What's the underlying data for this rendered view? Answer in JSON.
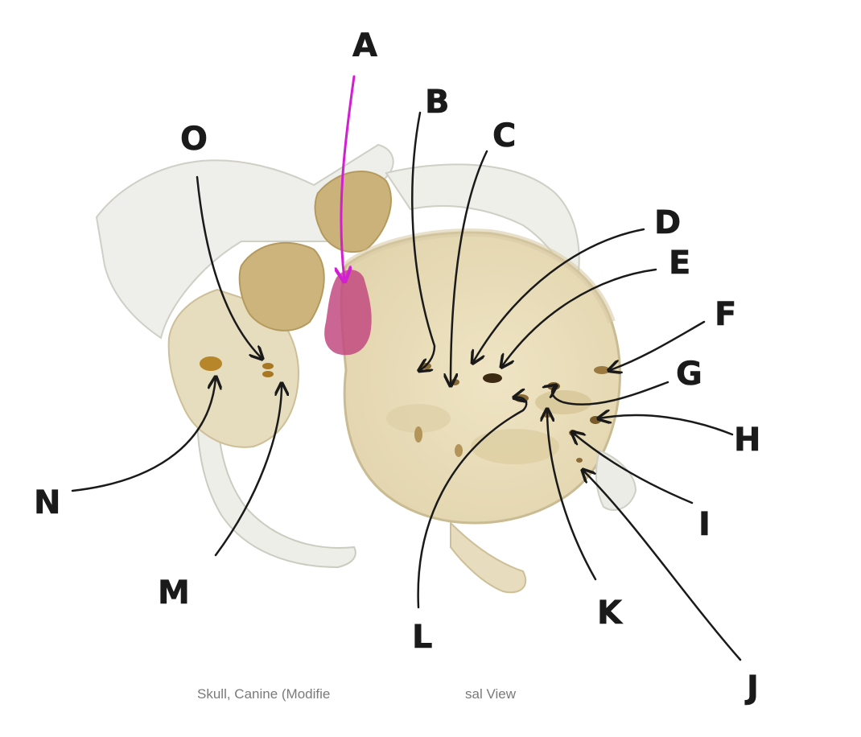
{
  "labels": {
    "A": "A",
    "B": "B",
    "C": "C",
    "D": "D",
    "E": "E",
    "F": "F",
    "G": "G",
    "H": "H",
    "I": "I",
    "J": "J",
    "K": "K",
    "L": "L",
    "M": "M",
    "N": "N",
    "O": "O"
  },
  "caption": {
    "left": "Skull, Canine (Modifie",
    "right": "sal View"
  },
  "colors": {
    "bone": "#ede3c6",
    "bone_shadow": "#d8c9a0",
    "cavity": "#c7b07a",
    "hole": "#6b4a1f",
    "leader": "#1a1a1a",
    "arrow_a": "#d21fd2",
    "highlight": "#c24a80"
  }
}
